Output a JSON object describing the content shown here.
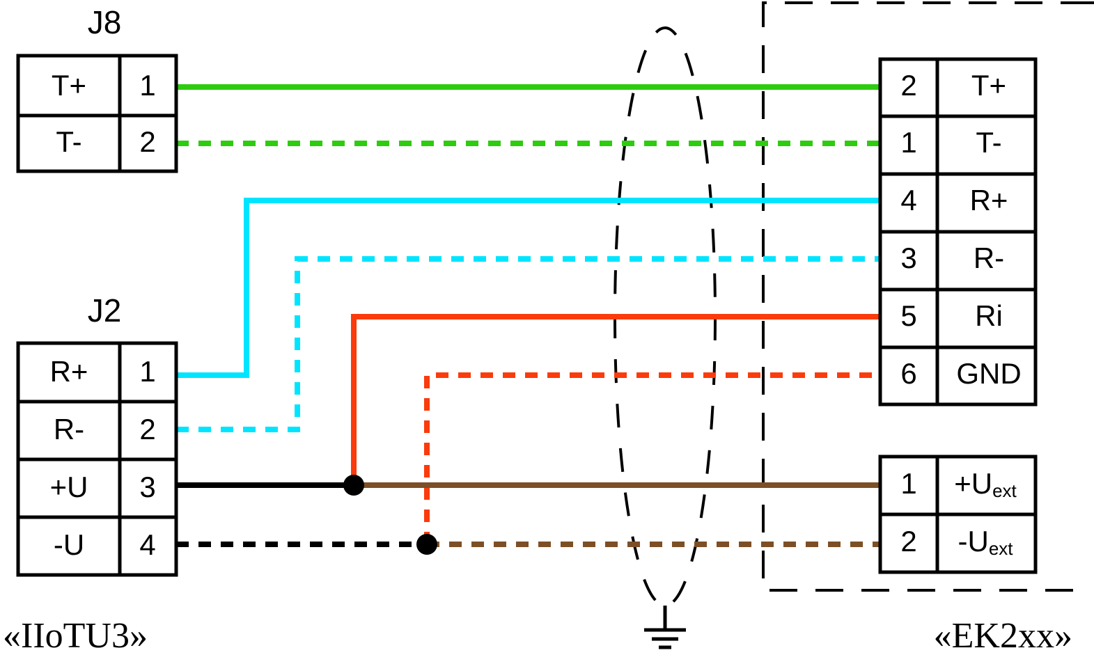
{
  "diagram": {
    "title_left": "«IIoTU3»",
    "title_right": "«EK2xx»",
    "ground_symbol_name": "earth-ground"
  },
  "connectors": {
    "j8": {
      "title": "J8",
      "rows": [
        {
          "signal": "T+",
          "pin": "1"
        },
        {
          "signal": "T-",
          "pin": "2"
        }
      ]
    },
    "j2": {
      "title": "J2",
      "rows": [
        {
          "signal": "R+",
          "pin": "1"
        },
        {
          "signal": "R-",
          "pin": "2"
        },
        {
          "signal": "+U",
          "pin": "3"
        },
        {
          "signal": "-U",
          "pin": "4"
        }
      ]
    },
    "ek_signal": {
      "rows": [
        {
          "pin": "2",
          "signal": "T+"
        },
        {
          "pin": "1",
          "signal": "T-"
        },
        {
          "pin": "4",
          "signal": "R+"
        },
        {
          "pin": "3",
          "signal": "R-"
        },
        {
          "pin": "5",
          "signal": "Ri"
        },
        {
          "pin": "6",
          "signal": "GND"
        }
      ]
    },
    "ek_power": {
      "rows": [
        {
          "pin": "1",
          "signal_base": "+U",
          "signal_sub": "ext"
        },
        {
          "pin": "2",
          "signal_base": "-U",
          "signal_sub": "ext"
        }
      ]
    }
  },
  "colors": {
    "green": "#2ECC0F",
    "cyan": "#00E5FF",
    "red": "#FB3B0C",
    "brown": "#7D4F26",
    "black": "#000000",
    "outline": "#000000",
    "background": "#FFFFFF"
  },
  "wires": [
    {
      "name": "t-plus",
      "color": "#2ECC0F",
      "style": "solid",
      "from": "J8.1 (T+)",
      "to": "EK.2 (T+)"
    },
    {
      "name": "t-minus",
      "color": "#2ECC0F",
      "style": "dashed",
      "from": "J8.2 (T-)",
      "to": "EK.1 (T-)"
    },
    {
      "name": "r-plus",
      "color": "#00E5FF",
      "style": "solid",
      "from": "J2.1 (R+)",
      "to": "EK.4 (R+)"
    },
    {
      "name": "r-minus",
      "color": "#00E5FF",
      "style": "dashed",
      "from": "J2.2 (R-)",
      "to": "EK.3 (R-)"
    },
    {
      "name": "ri",
      "color": "#FB3B0C",
      "style": "solid",
      "from": "J2.3 (+U) junction",
      "to": "EK.5 (Ri)"
    },
    {
      "name": "gnd",
      "color": "#FB3B0C",
      "style": "dashed",
      "from": "J2.4 (-U) junction",
      "to": "EK.6 (GND)"
    },
    {
      "name": "u-plus-ext",
      "color": "#7D4F26",
      "style": "solid",
      "from": "J2.3 (+U) junction",
      "to": "EK.1 (+Uext)"
    },
    {
      "name": "u-minus-ext",
      "color": "#7D4F26",
      "style": "dashed",
      "from": "J2.4 (-U) junction",
      "to": "EK.2 (-Uext)"
    },
    {
      "name": "plus-u-stub",
      "color": "#000000",
      "style": "solid",
      "from": "J2.3 (+U)",
      "to": "junction"
    },
    {
      "name": "minus-u-stub",
      "color": "#000000",
      "style": "dashed",
      "from": "J2.4 (-U)",
      "to": "junction"
    }
  ]
}
